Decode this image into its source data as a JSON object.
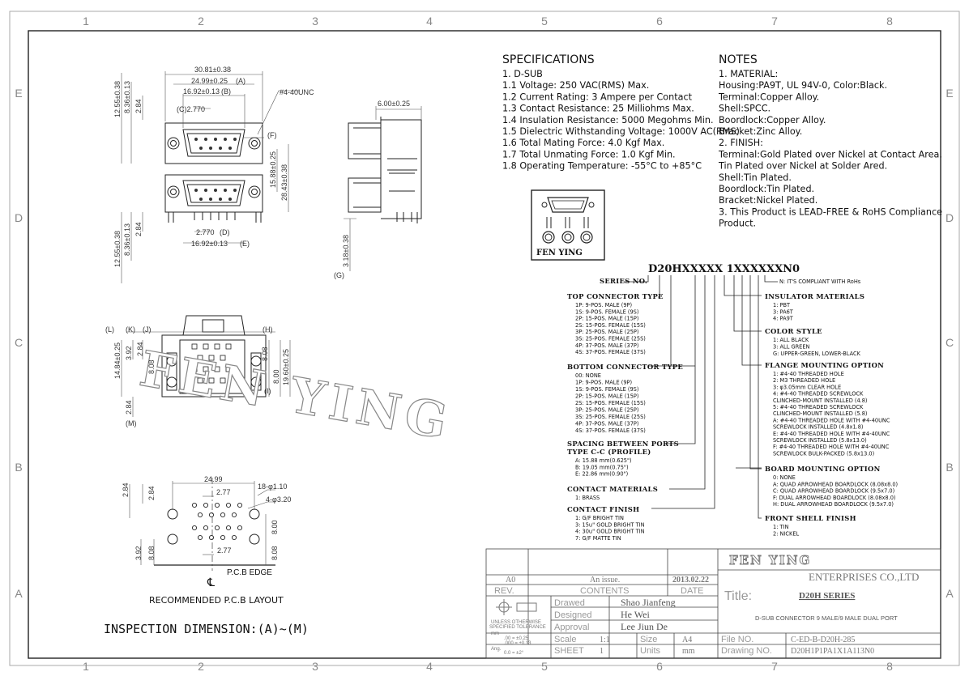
{
  "zones": {
    "cols": [
      "1",
      "2",
      "3",
      "4",
      "5",
      "6",
      "7",
      "8"
    ],
    "rows": [
      "E",
      "D",
      "C",
      "B",
      "A"
    ]
  },
  "dimensions_front": {
    "width_overall": "30.81±0.38",
    "width_flange": "24.99±0.25",
    "label_A": "(A)",
    "width_shell": "16.92±0.13",
    "label_B": "(B)",
    "pitch_top": "(C)2.770",
    "h1": "12.55±0.38",
    "h2": "8.36±0.13",
    "h3": "2.84",
    "thread": "#4-40UNC",
    "label_F": "(F)",
    "spacing": "15.88±0.25",
    "total_height": "28.43±0.38",
    "pitch_bottom": "2.770",
    "label_D": "(D)",
    "width_shell_bottom": "16.92±0.13",
    "label_E": "(E)",
    "h4": "12.55±0.38",
    "h5": "8.36±0.13",
    "h6": "2.84"
  },
  "dimensions_side": {
    "depth": "6.00±0.25",
    "tail": "3.18±0.38",
    "label_G": "(G)"
  },
  "dimensions_bottom": {
    "label_L": "(L)",
    "label_K": "(K)",
    "label_J": "(J)",
    "label_H": "(H)",
    "d1": "2.84",
    "d2": "3.92",
    "d3": "14.84±0.25",
    "d4": "8.08",
    "d5": "8.00",
    "d6": "19.60±0.25",
    "label_I": "(I)",
    "d7": "2.84",
    "label_M": "(M)",
    "watermark": "FEN YING"
  },
  "pcb_layout": {
    "w1": "24.99",
    "w2": "2.77",
    "holes1": "18-φ1.10",
    "holes2": "4-φ3.20",
    "v1": "2.84",
    "v2": "2.84",
    "v3": "8.00",
    "v4": "8.08",
    "v5": "3.92",
    "v6": "8.08",
    "pitch": "2.77",
    "edge": "P.C.B EDGE",
    "cl": "℄",
    "title": "RECOMMENDED P.C.B LAYOUT"
  },
  "inspection": "INSPECTION DIMENSION:(A)~(M)",
  "specifications": {
    "title": "SPECIFICATIONS",
    "lines": [
      "1. D-SUB",
      "1.1 Voltage: 250 VAC(RMS) Max.",
      "1.2 Current Rating: 3 Ampere per Contact",
      "1.3 Contact Resistance: 25 Milliohms Max.",
      "1.4 Insulation Resistance: 5000 Megohms Min.",
      "1.5 Dielectric Withstanding Voltage: 1000V AC(RMS)",
      "1.6 Total Mating Force: 4.0 Kgf Max.",
      "1.7 Total Unmating Force: 1.0 Kgf Min.",
      "1.8 Operating Temperature: -55°C to +85°C"
    ]
  },
  "notes": {
    "title": "NOTES",
    "lines": [
      "1.  MATERIAL:",
      "     Housing:PA9T, UL 94V-0, Color:Black.",
      "     Terminal:Copper Alloy.",
      "     Shell:SPCC.",
      "     Boordlock:Copper Alloy.",
      "     Bracket:Zinc Alloy.",
      "2.  FINISH:",
      "     Terminal:Gold Plated over Nickel at Contact Area.",
      "                 Tin Plated over Nickel at Solder Ared.",
      "     Shell:Tin Plated.",
      "     Boordlock:Tin Plated.",
      "     Bracket:Nickel Plated.",
      "3.  This Product is LEAD-FREE & RoHS Compliance",
      "     Product."
    ]
  },
  "logo": {
    "text": "FEN YING"
  },
  "part_number": {
    "code": "D20HXXXXX 1XXXXXXN0",
    "series_no": "SERIES NO.",
    "n_note": "N: IT'S COMPLIANT WITH RoHs",
    "top_connector": {
      "title": "TOP CONNECTOR TYPE",
      "items": [
        "1P: 9-POS. MALE (9P)",
        "1S: 9-POS. FEMALE (9S)",
        "2P: 15-POS. MALE (15P)",
        "2S: 15-POS. FEMALE (15S)",
        "3P: 25-POS. MALE (25P)",
        "3S: 25-POS. FEMALE (25S)",
        "4P: 37-POS. MALE (37P)",
        "4S: 37-POS. FEMALE (37S)"
      ]
    },
    "bottom_connector": {
      "title": "BOTTOM CONNECTOR TYPE",
      "items": [
        "00: NONE",
        "1P: 9-POS. MALE (9P)",
        "1S: 9-POS. FEMALE (9S)",
        "2P: 15-POS. MALE (15P)",
        "2S: 15-POS. FEMALE (15S)",
        "3P: 25-POS. MALE (25P)",
        "3S: 25-POS. FEMALE (25S)",
        "4P: 37-POS. MALE (37P)",
        "4S: 37-POS. FEMALE (37S)"
      ]
    },
    "spacing": {
      "title1": "SPACING BETWEEN PORTS",
      "title2": "TYPE C-C (PROFILE)",
      "items": [
        "A: 15.88 mm(0.625\")",
        "B: 19.05 mm(0.75\")",
        "E: 22.86 mm(0.90\")"
      ]
    },
    "contact_materials": {
      "title": "CONTACT MATERIALS",
      "items": [
        "1: BRASS"
      ]
    },
    "contact_finish": {
      "title": "CONTACT FINISH",
      "items": [
        "1: G/F BRIGHT TIN",
        "3: 15u\" GOLD BRIGHT TIN",
        "4: 30u\" GOLD BRIGHT TIN",
        "7: G/F MATTE TIN"
      ]
    },
    "insulator": {
      "title": "INSULATOR MATERIALS",
      "items": [
        "1: PBT",
        "3: PA6T",
        "4: PA9T"
      ]
    },
    "color": {
      "title": "COLOR STYLE",
      "items": [
        "1: ALL BLACK",
        "3: ALL GREEN",
        "G: UPPER-GREEN, LOWER-BLACK"
      ]
    },
    "flange": {
      "title": "FLANGE MOUNTING OPTION",
      "items": [
        "1: #4-40 THREADED HOLE",
        "2: M3 THREADED HOLE",
        "3: φ3.05mm CLEAR HOLE",
        "4: #4-40 THREADED SCREWLOCK",
        "    CLINCHED-MOUNT INSTALLED (4.8)",
        "5: #4-40 THREADED SCREWLOCK",
        "    CLINCHED-MOUNT INSTALLED (5.8)",
        "A: #4-40 THREADED HOLE WITH #4-40UNC",
        "    SCREWLOCK INSTALLED (4.8x1.8)",
        "E: #4-40 THREADED HOLE WITH #4-40UNC",
        "    SCREWLOCK INSTALLED (5.8x13.0)",
        "F: #4-40 THREADED HOLE WITH #4-40UNC",
        "    SCREWLOCK BULK-PACKED (5.8x13.0)"
      ]
    },
    "board": {
      "title": "BOARD MOUNTING OPTION",
      "items": [
        "0: NONE",
        "A: QUAD ARROWHEAD BOARDLOCK (8.08x8.0)",
        "C: QUAD ARROWHEAD BOARDLOCK (9.5x7.0)",
        "F: DUAL ARROWHEAD BOARDLOCK (8.08x8.0)",
        "H: DUAL ARROWHEAD BOARDLOCK (9.5x7.0)"
      ]
    },
    "front_shell": {
      "title": "FRONT SHELL FINISH",
      "items": [
        "1: TIN",
        "2: NICKEL"
      ]
    }
  },
  "title_block": {
    "rev_code": "A0",
    "rev_content": "An issue.",
    "rev_date": "2013.02.22",
    "rev_label": "REV.",
    "contents_label": "CONTENTS",
    "date_label": "DATE",
    "drawed_label": "Drawed",
    "drawed": "Shao Jianfeng",
    "designed_label": "Designed",
    "designed": "He Wei",
    "approval_label": "Approval",
    "approval": "Lee Jiun De",
    "unless": "UNLESS OTHERWISE",
    "specified": "SPECIFIED TOLERANCE",
    "mm": "mm",
    "tol1": ".00  = ±0.25",
    "tol2": ".000 = ±0.13",
    "angle": "Ang.",
    "tol3": "0.0  = ±2°",
    "scale_label": "Scale",
    "scale": "1:1",
    "size_label": "Size",
    "size": "A4",
    "sheet_label": "SHEET",
    "sheet": "1",
    "units_label": "Units",
    "units": "mm",
    "company": "FEN YING",
    "company2": "ENTERPRISES CO.,LTD",
    "title_label": "Title:",
    "title": "D20H SERIES",
    "description": "D-SUB CONNECTOR 9 MALE/9 MALE DUAL PORT",
    "file_label": "File NO.",
    "file": "C-ED-B-D20H-285",
    "drawing_label": "Drawing NO.",
    "drawing": "D20H1P1PA1X1A113N0"
  }
}
